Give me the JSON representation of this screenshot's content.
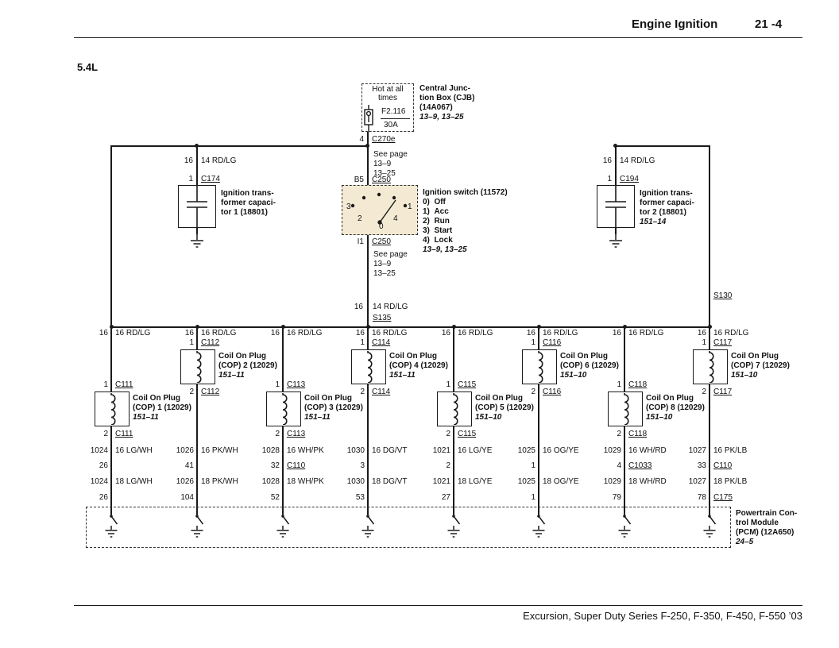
{
  "header": {
    "section": "Engine Ignition",
    "page": "21 -4"
  },
  "engine_label": "5.4L",
  "footer": "Excursion, Super Duty Series F-250, F-350, F-450, F-550 ’03",
  "power": {
    "hot1": "Hot at all",
    "hot2": "times",
    "fuse_name": "F2.116",
    "fuse_rating": "30A",
    "cjb": [
      "Central Junc-",
      "tion Box (CJB)",
      "(14A067)"
    ],
    "cjb_pages": "13–9, 13–25",
    "pin_out": "4",
    "conn_out": "C270e",
    "see1": [
      "See page",
      "13–9",
      "13–25"
    ],
    "pin_b5": "B5",
    "conn_b5": "C250",
    "switch_title": "Ignition switch (11572)",
    "positions": [
      "0)  Off",
      "1)  Acc",
      "2)  Run",
      "3)  Start",
      "4)  Lock"
    ],
    "switch_pages": "13–9, 13–25",
    "dial": [
      "3",
      "2",
      "0",
      "4",
      "1"
    ],
    "pin_i1": "I1",
    "conn_i1": "C250",
    "see2": [
      "See page",
      "13–9",
      "13–25"
    ],
    "feed_circuit": "16",
    "feed_wire": "14 RD/LG",
    "splice_mid": "S135",
    "splice_right": "S130"
  },
  "capacitors": [
    {
      "circuit": "16",
      "wire": "14 RD/LG",
      "pin": "1",
      "connector": "C174",
      "name": [
        "Ignition trans-",
        "former capaci-",
        "tor 1 (18801)"
      ],
      "page": ""
    },
    {
      "circuit": "16",
      "wire": "14 RD/LG",
      "pin": "1",
      "connector": "C194",
      "name": [
        "Ignition trans-",
        "former capaci-",
        "tor 2 (18801)"
      ],
      "page": "151–14"
    }
  ],
  "branches": [
    {
      "row": "lower",
      "circuit": "16",
      "wire": "16 RD/LG",
      "pin1": "1",
      "connector": "C111",
      "coil": [
        "Coil On Plug",
        "(COP) 1 (12029)",
        "151–11"
      ],
      "pin2": "2",
      "w1c": "1024",
      "w1": "16 LG/WH",
      "midpin": "26",
      "midconn": "",
      "w2c": "1024",
      "w2": "18 LG/WH",
      "pcmpin": "26",
      "pcmconn": ""
    },
    {
      "row": "upper",
      "circuit": "16",
      "wire": "16 RD/LG",
      "pin1": "1",
      "connector": "C112",
      "coil": [
        "Coil On Plug",
        "(COP) 2 (12029)",
        "151–11"
      ],
      "pin2": "2",
      "w1c": "1026",
      "w1": "16 PK/WH",
      "midpin": "41",
      "midconn": "",
      "w2c": "1026",
      "w2": "18 PK/WH",
      "pcmpin": "104",
      "pcmconn": ""
    },
    {
      "row": "lower",
      "circuit": "16",
      "wire": "16 RD/LG",
      "pin1": "1",
      "connector": "C113",
      "coil": [
        "Coil On Plug",
        "(COP) 3 (12029)",
        "151–11"
      ],
      "pin2": "2",
      "w1c": "1028",
      "w1": "16 WH/PK",
      "midpin": "32",
      "midconn": "C110",
      "w2c": "1028",
      "w2": "18 WH/PK",
      "pcmpin": "52",
      "pcmconn": ""
    },
    {
      "row": "upper",
      "circuit": "16",
      "wire": "16 RD/LG",
      "pin1": "1",
      "connector": "C114",
      "coil": [
        "Coil On Plug",
        "(COP) 4 (12029)",
        "151–11"
      ],
      "pin2": "2",
      "w1c": "1030",
      "w1": "16 DG/VT",
      "midpin": "3",
      "midconn": "",
      "w2c": "1030",
      "w2": "18 DG/VT",
      "pcmpin": "53",
      "pcmconn": ""
    },
    {
      "row": "lower",
      "circuit": "16",
      "wire": "16 RD/LG",
      "pin1": "1",
      "connector": "C115",
      "coil": [
        "Coil On Plug",
        "(COP) 5 (12029)",
        "151–10"
      ],
      "pin2": "2",
      "w1c": "1021",
      "w1": "16 LG/YE",
      "midpin": "2",
      "midconn": "",
      "w2c": "1021",
      "w2": "18 LG/YE",
      "pcmpin": "27",
      "pcmconn": ""
    },
    {
      "row": "upper",
      "circuit": "16",
      "wire": "16 RD/LG",
      "pin1": "1",
      "connector": "C116",
      "coil": [
        "Coil On Plug",
        "(COP) 6 (12029)",
        "151–10"
      ],
      "pin2": "2",
      "w1c": "1025",
      "w1": "16 OG/YE",
      "midpin": "1",
      "midconn": "",
      "w2c": "1025",
      "w2": "18 OG/YE",
      "pcmpin": "1",
      "pcmconn": ""
    },
    {
      "row": "lower",
      "circuit": "16",
      "wire": "16 RD/LG",
      "pin1": "1",
      "connector": "C118",
      "coil": [
        "Coil On Plug",
        "(COP) 8 (12029)",
        "151–10"
      ],
      "pin2": "2",
      "w1c": "1029",
      "w1": "16 WH/RD",
      "midpin": "4",
      "midconn": "C1033",
      "w2c": "1029",
      "w2": "18 WH/RD",
      "pcmpin": "79",
      "pcmconn": ""
    },
    {
      "row": "upper",
      "circuit": "16",
      "wire": "16 RD/LG",
      "pin1": "1",
      "connector": "C117",
      "coil": [
        "Coil On Plug",
        "(COP) 7 (12029)",
        "151–10"
      ],
      "pin2": "2",
      "w1c": "1027",
      "w1": "16 PK/LB",
      "midpin": "33",
      "midconn": "C110",
      "w2c": "1027",
      "w2": "18 PK/LB",
      "pcmpin": "78",
      "pcmconn": "C175"
    }
  ],
  "pcm": {
    "name": [
      "Powertrain Con-",
      "trol Module",
      "(PCM) (12A650)"
    ],
    "page": "24–5"
  }
}
